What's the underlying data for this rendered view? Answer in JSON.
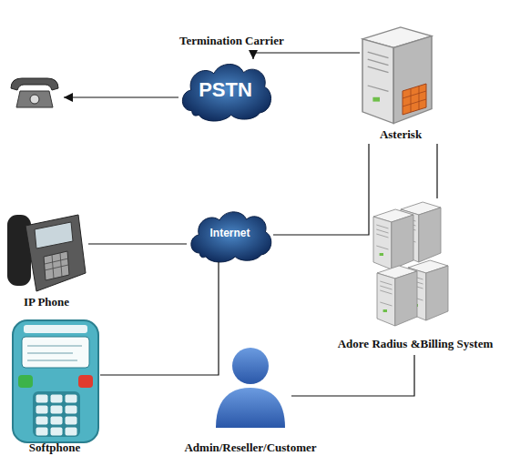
{
  "diagram": {
    "nodes": [
      {
        "text": [
          "Termination Carrier",
          "PSTN"
        ]
      },
      {
        "text": [
          "Asterisk"
        ]
      },
      {
        "text": [
          "IP Phone"
        ]
      },
      {
        "text": [
          "Internet"
        ]
      },
      {
        "text": [
          "Adore Radius &Billing System"
        ]
      },
      {
        "text": [
          "Softphone"
        ]
      },
      {
        "text": [
          "Admin/Reseller/Customer"
        ]
      }
    ],
    "edges": [
      {
        "from": 1,
        "to": 0,
        "arrow": "to"
      },
      {
        "from": 1,
        "to": 3,
        "arrow": "none"
      },
      {
        "from": 1,
        "to": 4,
        "arrow": "none"
      },
      {
        "from": 2,
        "to": 3,
        "arrow": "none"
      },
      {
        "from": 5,
        "to": 3,
        "arrow": "none"
      },
      {
        "from": 6,
        "to": 4,
        "arrow": "none"
      }
    ]
  }
}
